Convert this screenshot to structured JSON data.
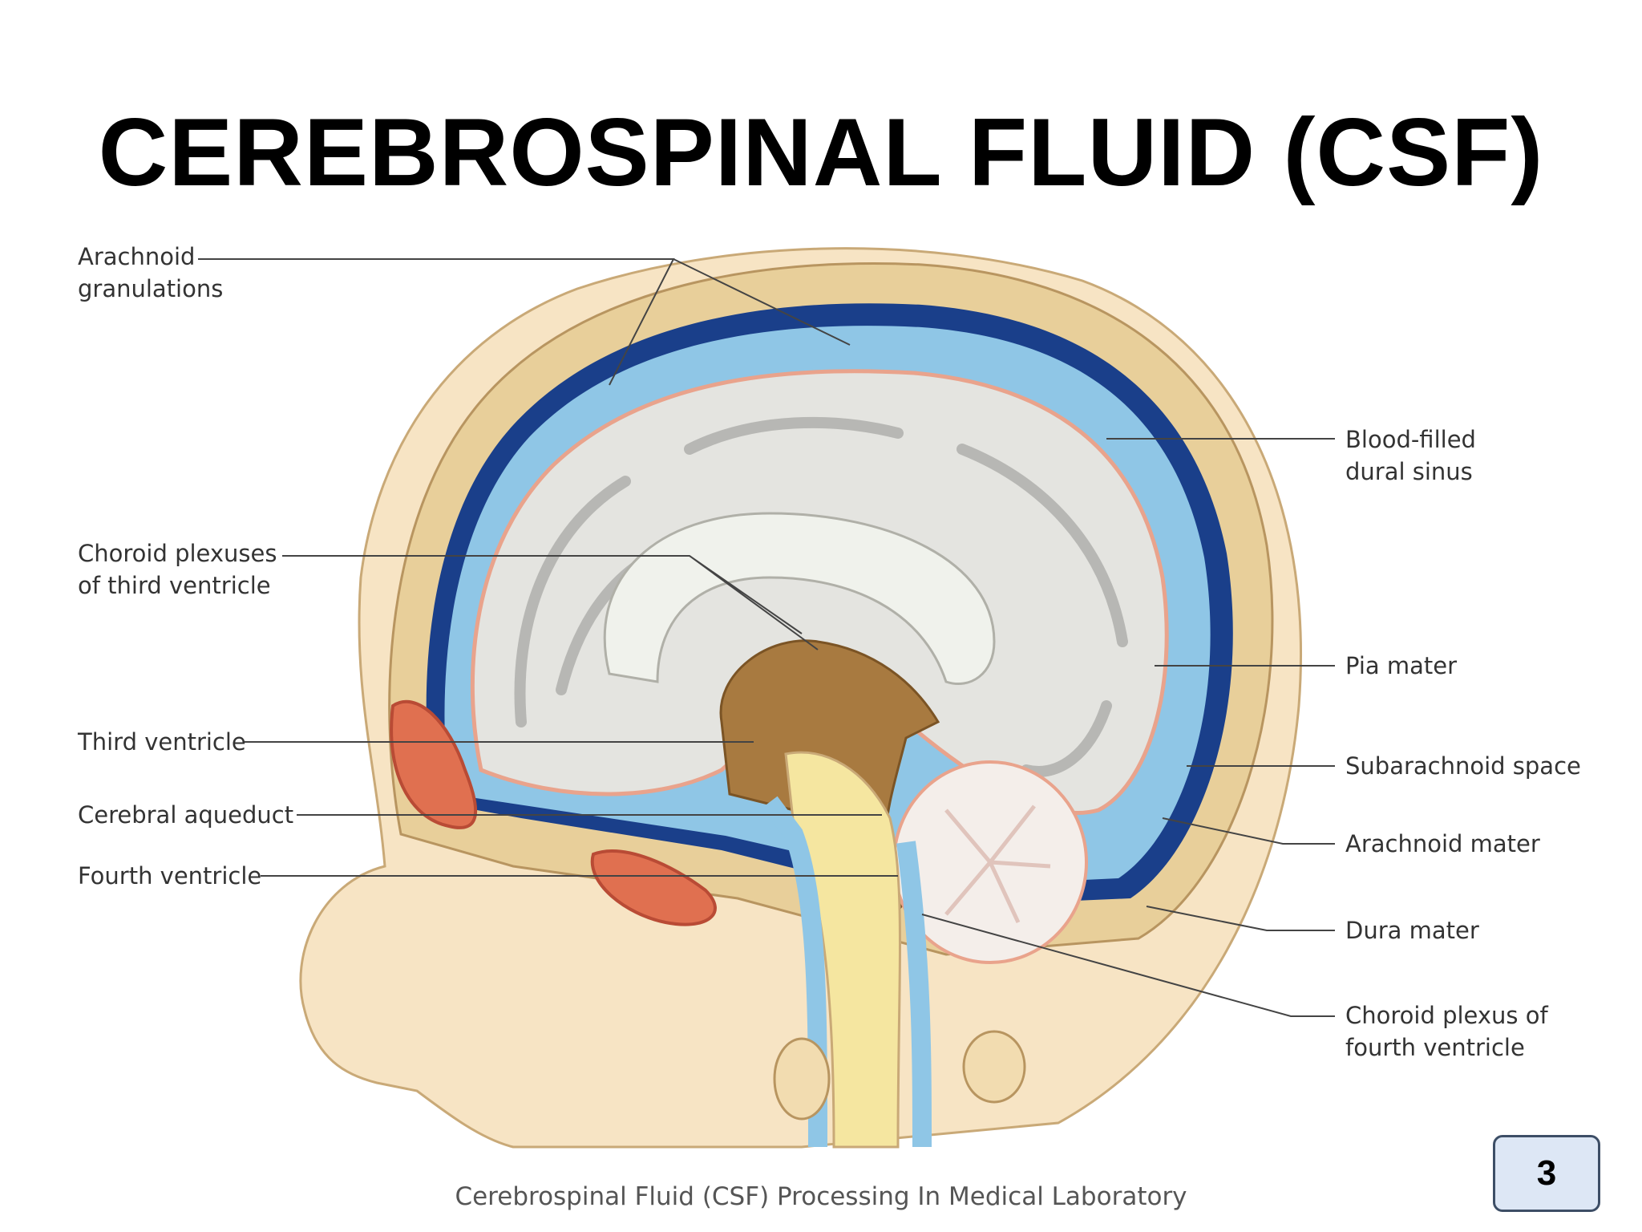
{
  "slide": {
    "title": "CEREBROSPINAL FLUID (CSF)",
    "footer": "Cerebrospinal Fluid (CSF) Processing In Medical Laboratory",
    "page_number": "3"
  },
  "diagram": {
    "labels_left": [
      {
        "line1": "Arachnoid",
        "line2": "granulations"
      },
      {
        "line1": "Choroid plexuses",
        "line2": "of third ventricle"
      },
      {
        "line1": "Third ventricle",
        "line2": ""
      },
      {
        "line1": "Cerebral aqueduct",
        "line2": ""
      },
      {
        "line1": "Fourth ventricle",
        "line2": ""
      }
    ],
    "labels_right": [
      {
        "line1": "Blood-filled",
        "line2": "dural sinus"
      },
      {
        "line1": "Pia mater",
        "line2": ""
      },
      {
        "line1": "Subarachnoid space",
        "line2": ""
      },
      {
        "line1": "Arachnoid mater",
        "line2": ""
      },
      {
        "line1": "Dura mater",
        "line2": ""
      },
      {
        "line1": "Choroid plexus of",
        "line2": "fourth ventricle"
      }
    ]
  },
  "colors": {
    "bone": "#e8cf9a",
    "dura_sinus": "#1a3f8a",
    "csf": "#8fc6e6",
    "brain": "#e4e4e0",
    "ventricle": "#a87a40",
    "spinal_cord": "#f5e6a0",
    "sinus_cavity": "#e07050"
  }
}
